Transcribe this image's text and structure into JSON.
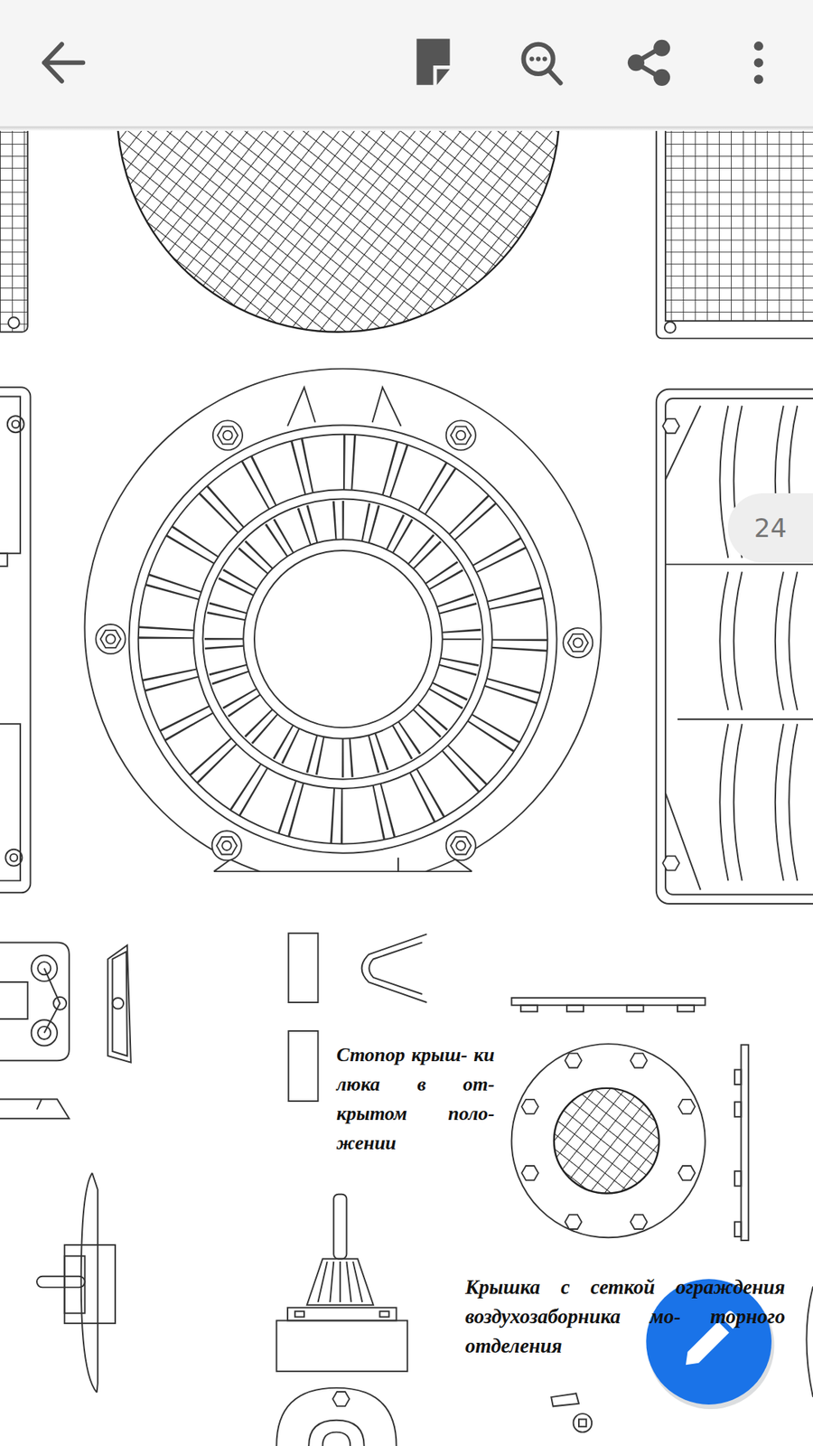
{
  "diagram": {
    "nodes": [
      {
        "text": [
          "24"
        ]
      }
    ],
    "labels": [
      "Стопор крыш- ки люка в от- крытом поло- жении",
      "Крышка с сеткой ограждения воздухозаборника мо- торного отделения"
    ]
  }
}
